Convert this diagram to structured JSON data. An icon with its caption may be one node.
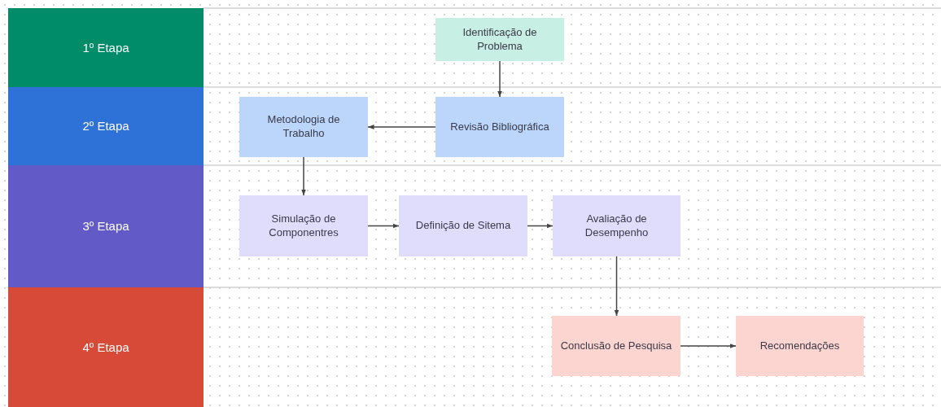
{
  "diagram": {
    "nodes": [
      {
        "text": [
          "1º Etapa"
        ]
      },
      {
        "text": [
          "2º Etapa"
        ]
      },
      {
        "text": [
          "3º Etapa"
        ]
      },
      {
        "text": [
          "4º Etapa"
        ]
      },
      {
        "text": [
          "Identificação de Problema"
        ]
      },
      {
        "text": [
          "Metodologia de Trabalho"
        ]
      },
      {
        "text": [
          "Revisão Bibliográfica"
        ]
      },
      {
        "text": [
          "Simulação de Componentres"
        ]
      },
      {
        "text": [
          "Definição de Sitema"
        ]
      },
      {
        "text": [
          "Avaliação de Desempenho"
        ]
      },
      {
        "text": [
          "Conclusão de Pesquisa"
        ]
      },
      {
        "text": [
          "Recomendações"
        ]
      }
    ],
    "edges": [
      {
        "from": 4,
        "to": 6,
        "arrow": "to"
      },
      {
        "from": 6,
        "to": 5,
        "arrow": "to"
      },
      {
        "from": 5,
        "to": 7,
        "arrow": "to"
      },
      {
        "from": 7,
        "to": 8,
        "arrow": "to"
      },
      {
        "from": 8,
        "to": 9,
        "arrow": "to"
      },
      {
        "from": 9,
        "to": 10,
        "arrow": "to"
      },
      {
        "from": 10,
        "to": 11,
        "arrow": "to"
      }
    ]
  }
}
